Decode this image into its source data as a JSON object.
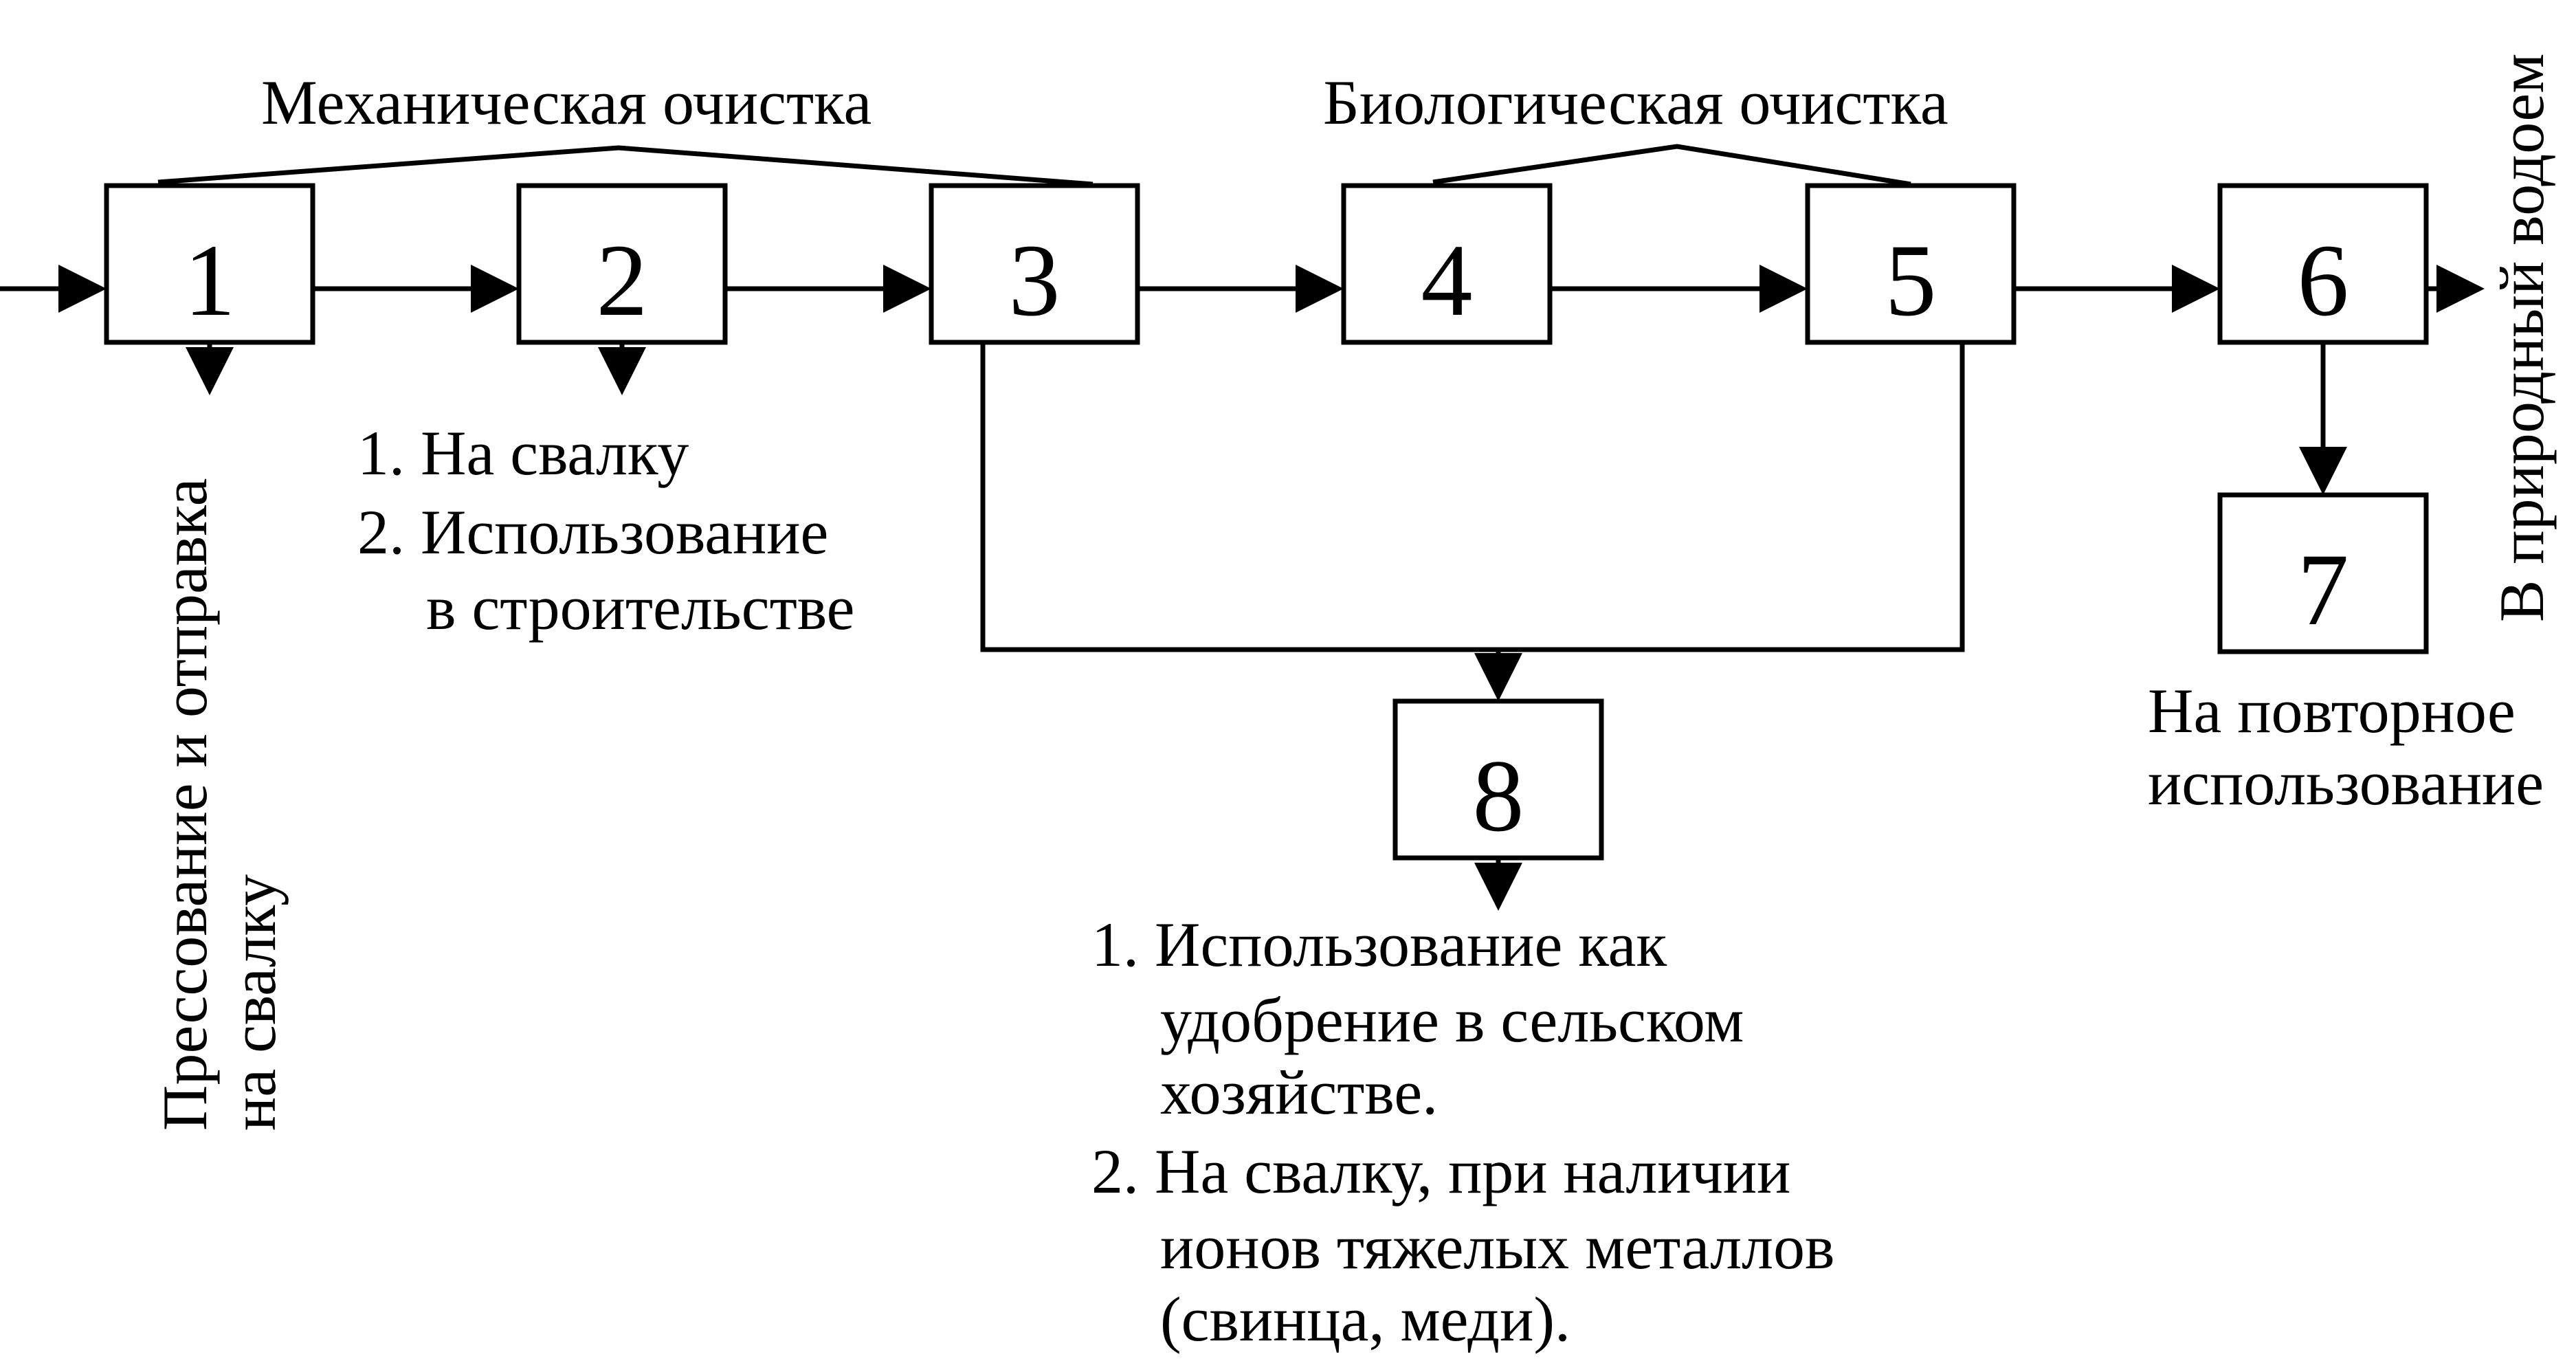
{
  "diagram": {
    "stroke_color": "#000000",
    "background": "#ffffff",
    "titles": {
      "mechanical": "Механическая очистка",
      "biological": "Биологическая очистка"
    },
    "boxes": [
      {
        "id": "1",
        "label": "1"
      },
      {
        "id": "2",
        "label": "2"
      },
      {
        "id": "3",
        "label": "3"
      },
      {
        "id": "4",
        "label": "4"
      },
      {
        "id": "5",
        "label": "5"
      },
      {
        "id": "6",
        "label": "6"
      },
      {
        "id": "7",
        "label": "7"
      },
      {
        "id": "8",
        "label": "8"
      }
    ],
    "outputs": {
      "box1": {
        "line1": "Прессование и отправка",
        "line2": "на свалку"
      },
      "box2": {
        "item1": "1. На свалку",
        "item2_line1": "2. Использование",
        "item2_line2": "в строительстве"
      },
      "box6_side": "В природный водоем",
      "box7": {
        "line1": "На повторное",
        "line2": "использование"
      },
      "box8": {
        "item1_line1": "1. Использование как",
        "item1_line2": "удобрение в сельском",
        "item1_line3": "хозяйстве.",
        "item2_line1": "2. На свалку, при наличии",
        "item2_line2": "ионов тяжелых металлов",
        "item2_line3": "(свинца, меди)."
      }
    }
  }
}
